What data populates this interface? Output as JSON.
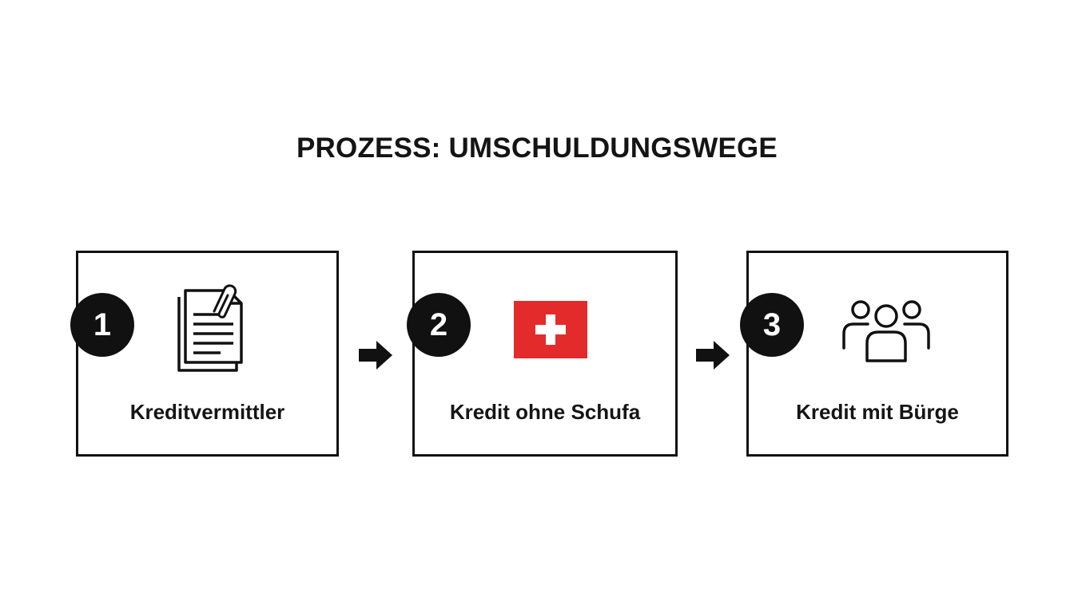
{
  "title": "PROZESS: UMSCHULDUNGSWEGE",
  "steps": [
    {
      "number": "1",
      "label": "Kreditvermittler",
      "icon": "documents-paperclip-icon"
    },
    {
      "number": "2",
      "label": "Kredit ohne Schufa",
      "icon": "swiss-flag-icon"
    },
    {
      "number": "3",
      "label": "Kredit mit Bürge",
      "icon": "people-group-icon"
    }
  ],
  "colors": {
    "ink": "#111111",
    "flag_red": "#e32b2b",
    "flag_cross": "#ffffff",
    "background": "#ffffff"
  }
}
